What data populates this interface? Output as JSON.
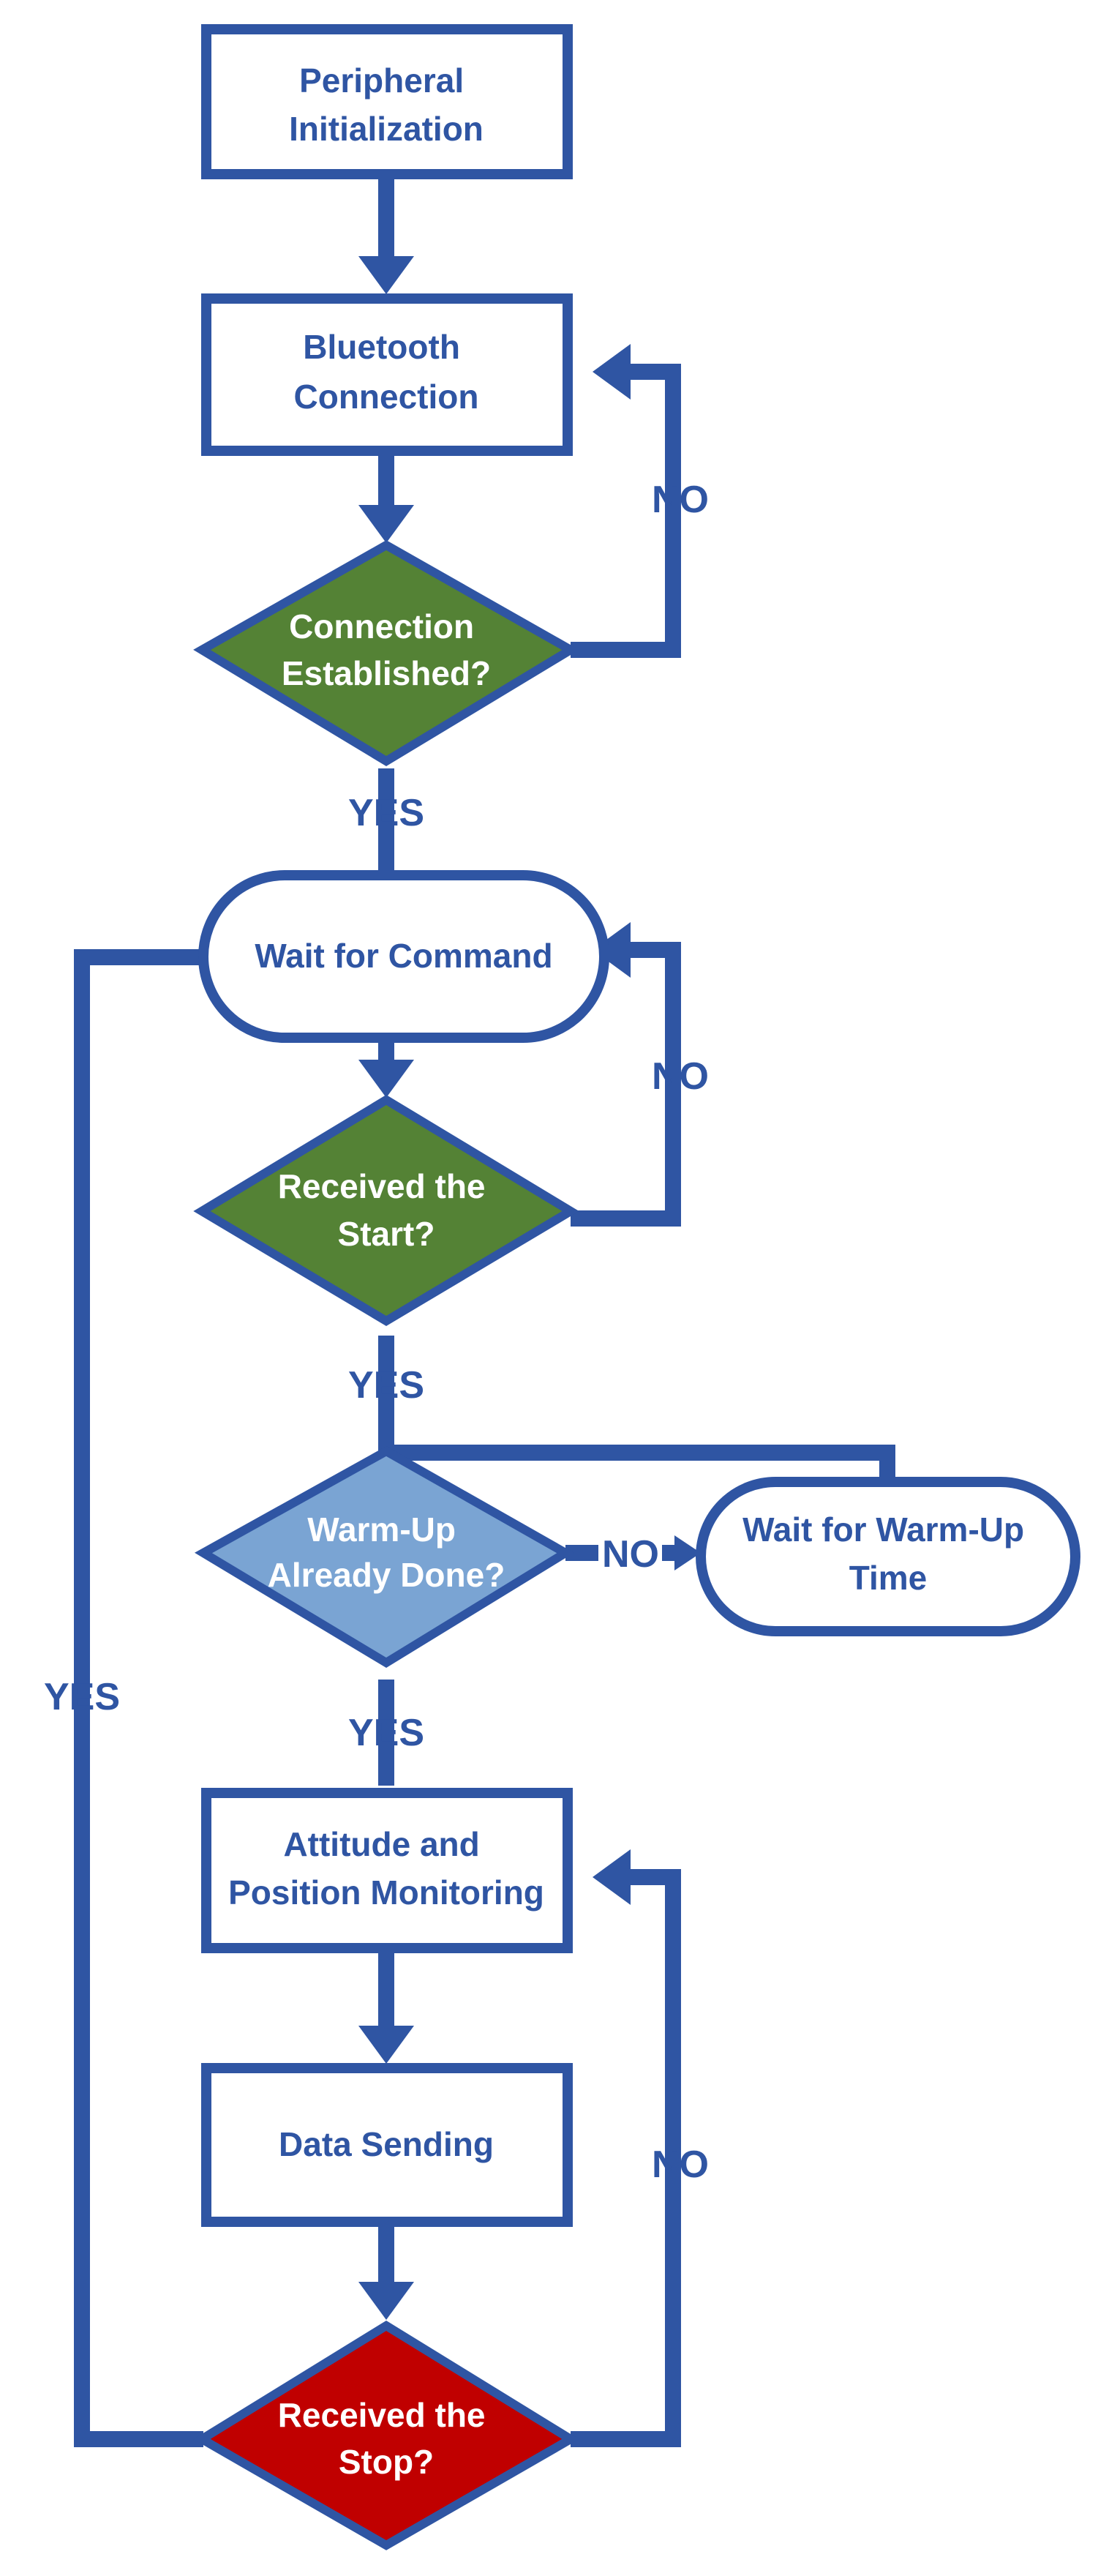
{
  "colors": {
    "stroke": "#2f55a3",
    "text_blue": "#2f55a3",
    "text_white": "#ffffff",
    "diamond_green": "#548235",
    "diamond_light_blue": "#7aa4d3",
    "diamond_red": "#c00000",
    "background": "#ffffff"
  },
  "nodes": {
    "peripheral_init": {
      "line1": "Peripheral",
      "line2": "Initialization"
    },
    "bluetooth_conn": {
      "line1": "Bluetooth",
      "line2": "Connection"
    },
    "conn_established": {
      "line1": "Connection",
      "line2": "Established?"
    },
    "wait_command": {
      "line1": "Wait for Command"
    },
    "received_start": {
      "line1": "Received the",
      "line2": "Start?"
    },
    "warmup_done": {
      "line1": "Warm-Up",
      "line2": "Already Done?"
    },
    "wait_warmup": {
      "line1": "Wait for Warm-Up",
      "line2": "Time"
    },
    "attitude_monitoring": {
      "line1": "Attitude and",
      "line2": "Position Monitoring"
    },
    "data_sending": {
      "line1": "Data Sending"
    },
    "received_stop": {
      "line1": "Received the",
      "line2": "Stop?"
    }
  },
  "edge_labels": {
    "no_bluetooth": "NO",
    "yes_connection": "YES",
    "no_command": "NO",
    "yes_start": "YES",
    "no_warmup": "NO",
    "yes_warmup": "YES",
    "yes_stop": "YES",
    "no_stop": "NO"
  }
}
